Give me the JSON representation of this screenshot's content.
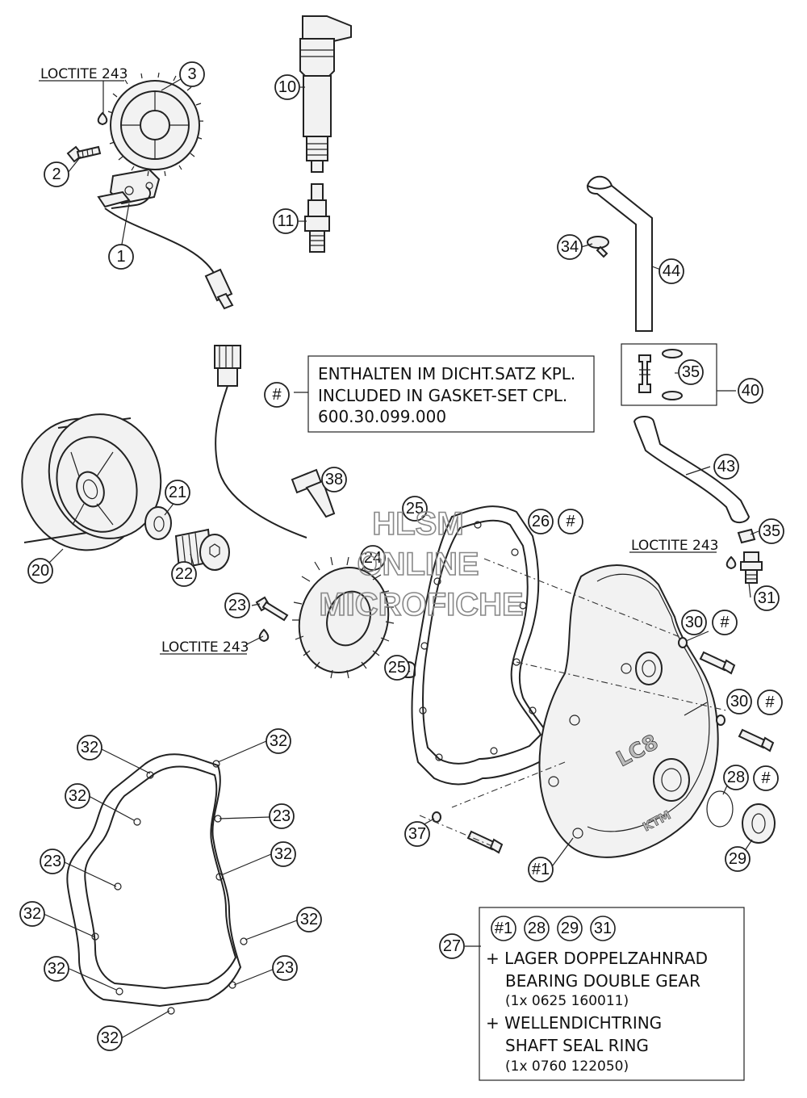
{
  "diagram": {
    "loctite_labels": [
      "LOCTITE 243",
      "LOCTITE 243",
      "LOCTITE 243"
    ],
    "callouts": {
      "c1": "1",
      "c2": "2",
      "c3": "3",
      "c10": "10",
      "c11": "11",
      "c20": "20",
      "c21": "21",
      "c22": "22",
      "c23a": "23",
      "c24": "24",
      "c25a": "25",
      "c25b": "25",
      "c26": "26",
      "c26h": "#",
      "c27": "27",
      "c28": "28",
      "c28h": "#",
      "c29": "29",
      "c30a": "30",
      "c30ah": "#",
      "c30b": "30",
      "c30bh": "#",
      "c31": "31",
      "c32a": "32",
      "c32b": "32",
      "c32c": "32",
      "c32d": "32",
      "c32e": "32",
      "c32f": "32",
      "c32g": "32",
      "c23b": "23",
      "c23c": "23",
      "c23d": "23",
      "c34": "34",
      "c35a": "35",
      "c35b": "35",
      "c37": "37",
      "c38": "38",
      "c40": "40",
      "c43": "43",
      "c44": "44",
      "c1h": "#1",
      "cHash": "#"
    },
    "gasket_box": {
      "line1": "ENTHALTEN IM DICHT.SATZ KPL.",
      "line2": "INCLUDED IN GASKET-SET CPL.",
      "line3": "600.30.099.000"
    },
    "kit_box": {
      "refs": [
        "#1",
        "28",
        "29",
        "31"
      ],
      "line1": "+ LAGER DOPPELZAHNRAD",
      "line2": "BEARING DOUBLE GEAR",
      "line3": "(1x 0625 160011)",
      "line4": "+ WELLENDICHTRING",
      "line5": "SHAFT SEAL RING",
      "line6": "(1x 0760 122050)"
    },
    "cover_logo": "LC8",
    "cover_brand": "KTM",
    "watermark": [
      "HLSM",
      "ONLINE",
      "MICROFICHE"
    ]
  }
}
